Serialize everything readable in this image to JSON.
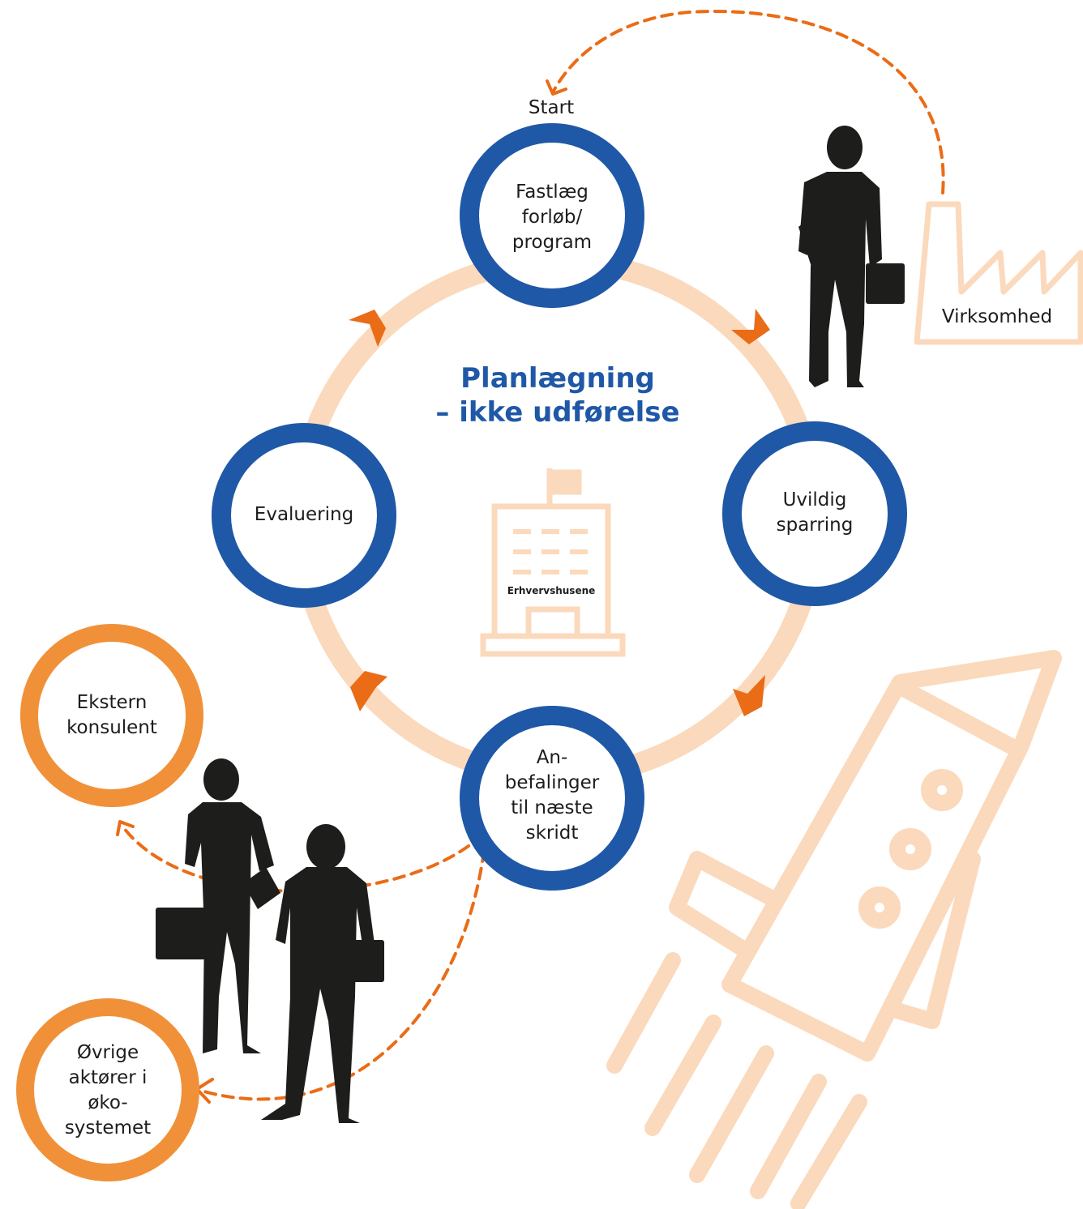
{
  "title": {
    "line1": "Planlægning",
    "line2": "– ikke udførelse"
  },
  "start_label": "Start",
  "cycle_steps": [
    {
      "id": "fastlaeg",
      "lines": [
        "Fastlæg",
        "forløb/",
        "program"
      ]
    },
    {
      "id": "uvildig",
      "lines": [
        "Uvildig",
        "sparring"
      ]
    },
    {
      "id": "anbefalinger",
      "lines": [
        "An-",
        "befalinger",
        "til næste",
        "skridt"
      ]
    },
    {
      "id": "evaluering",
      "lines": [
        "Evaluering"
      ]
    }
  ],
  "external_nodes": [
    {
      "id": "ekstern",
      "lines": [
        "Ekstern",
        "konsulent"
      ]
    },
    {
      "id": "ovrige",
      "lines": [
        "Øvrige",
        "aktører i",
        "øko-",
        "systemet"
      ]
    }
  ],
  "center_building_label": "Erhvervshusene",
  "company_label": "Virksomhed",
  "icons": [
    "factory-icon",
    "building-icon",
    "rocket-icon",
    "person-silhouette-icon"
  ],
  "colors": {
    "blue": "#1f58a6",
    "orange": "#f0913a",
    "orange_dark": "#ea6c16",
    "peach": "#fbd9bc",
    "black": "#1d1d1b"
  }
}
